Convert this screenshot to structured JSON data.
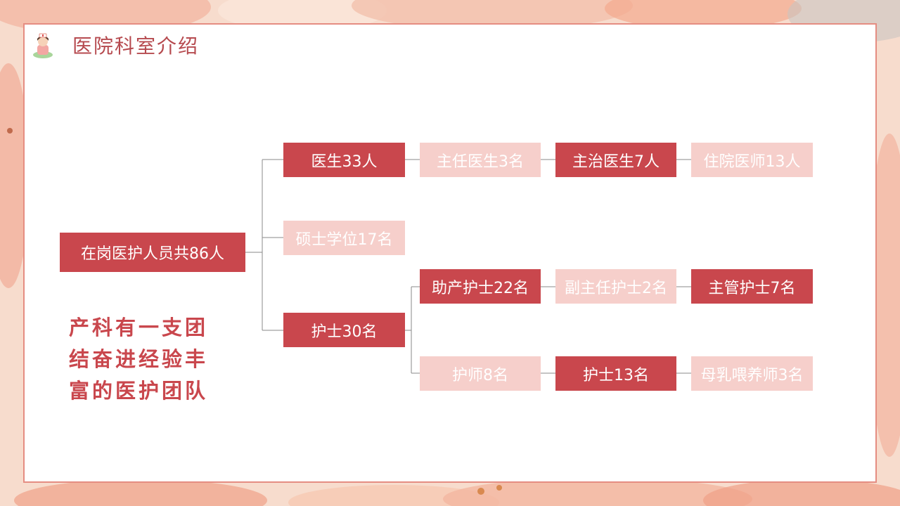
{
  "header": {
    "title": "医院科室介绍"
  },
  "root": {
    "label": "在岗医护人员共86人"
  },
  "doctors": {
    "label": "医生33人",
    "chain": [
      "主任医生3名",
      "主治医生7人",
      "住院医师13人"
    ]
  },
  "masters": {
    "label": "硕士学位17名"
  },
  "nurses": {
    "label": "护士30名",
    "row1": [
      "助产护士22名",
      "副主任护士2名",
      "主管护士7名"
    ],
    "row2": [
      "护师8名",
      "护士13名",
      "母乳喂养师3名"
    ]
  },
  "slogan": {
    "lines": [
      "产科有一支团",
      "结奋进经验丰",
      "富的医护团队"
    ]
  },
  "colors": {
    "dark": "#c9474d",
    "light": "#f6cfcb",
    "border": "#e58d82",
    "title": "#b64a4f"
  }
}
